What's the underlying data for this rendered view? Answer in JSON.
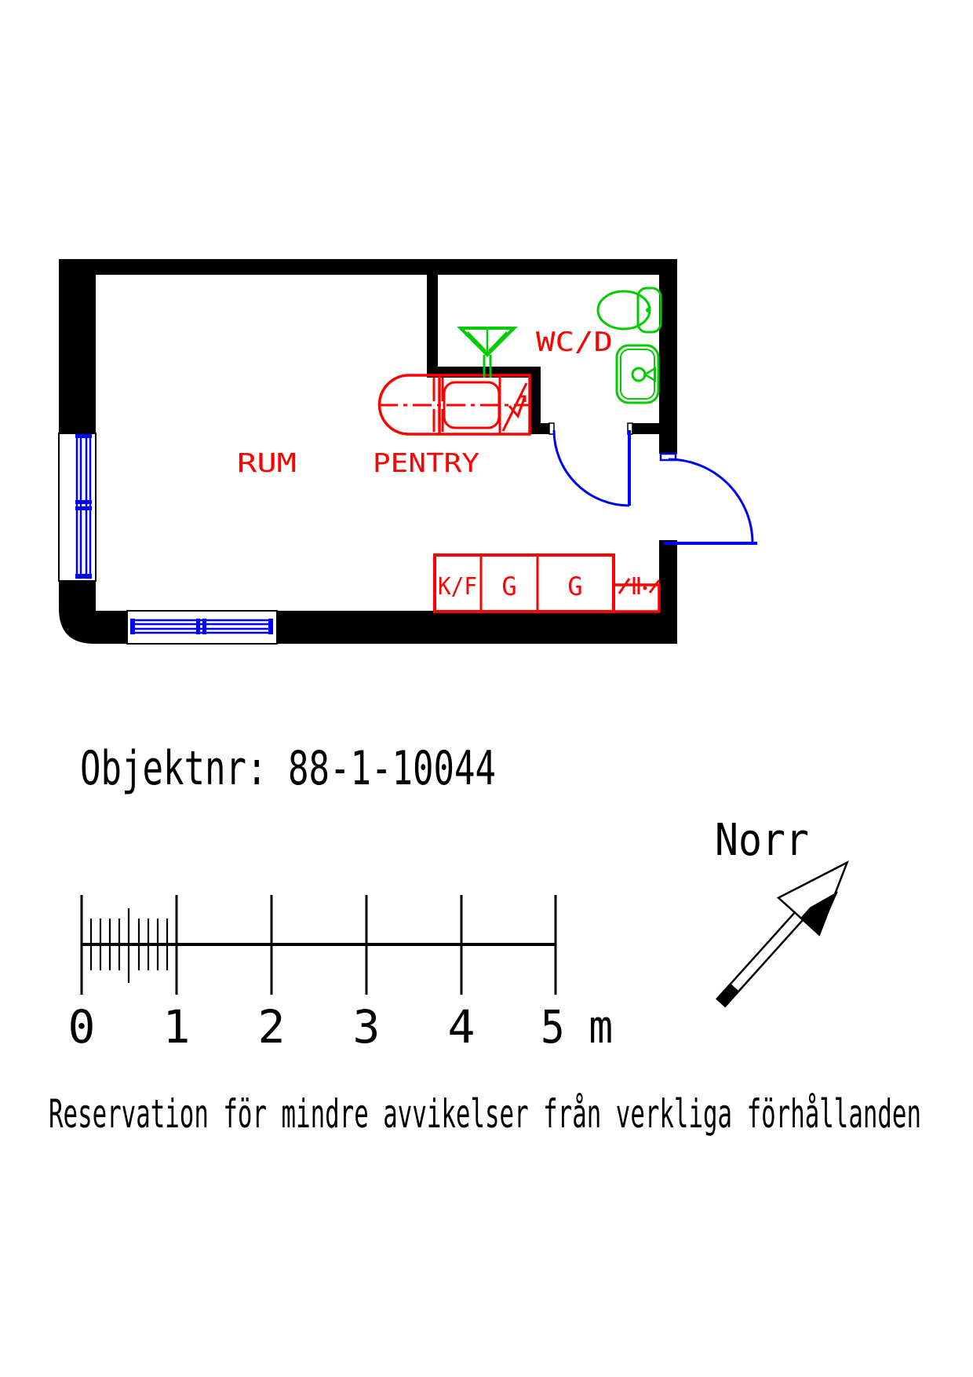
{
  "document": {
    "object_number_label": "Objektnr: 88-1-10044",
    "disclaimer": "Reservation för mindre avvikelser från verkliga förhållanden"
  },
  "floor_plan": {
    "room_label": "RUM",
    "pentry_label": "PENTRY",
    "wc_label": "WC/D",
    "kitchen_units": [
      "K/F",
      "G",
      "G"
    ]
  },
  "compass": {
    "north_label": "Norr"
  },
  "scale_bar": {
    "tick_labels": [
      "0",
      "1",
      "2",
      "3",
      "4"
    ],
    "end_label": "5 m",
    "unit": "m",
    "range_meters": [
      0,
      5
    ]
  },
  "colors": {
    "walls": "#000000",
    "annotations_red": "#ff0000",
    "fixtures_green": "#00cc00",
    "doors_windows_blue": "#0000ff",
    "background": "#ffffff"
  }
}
